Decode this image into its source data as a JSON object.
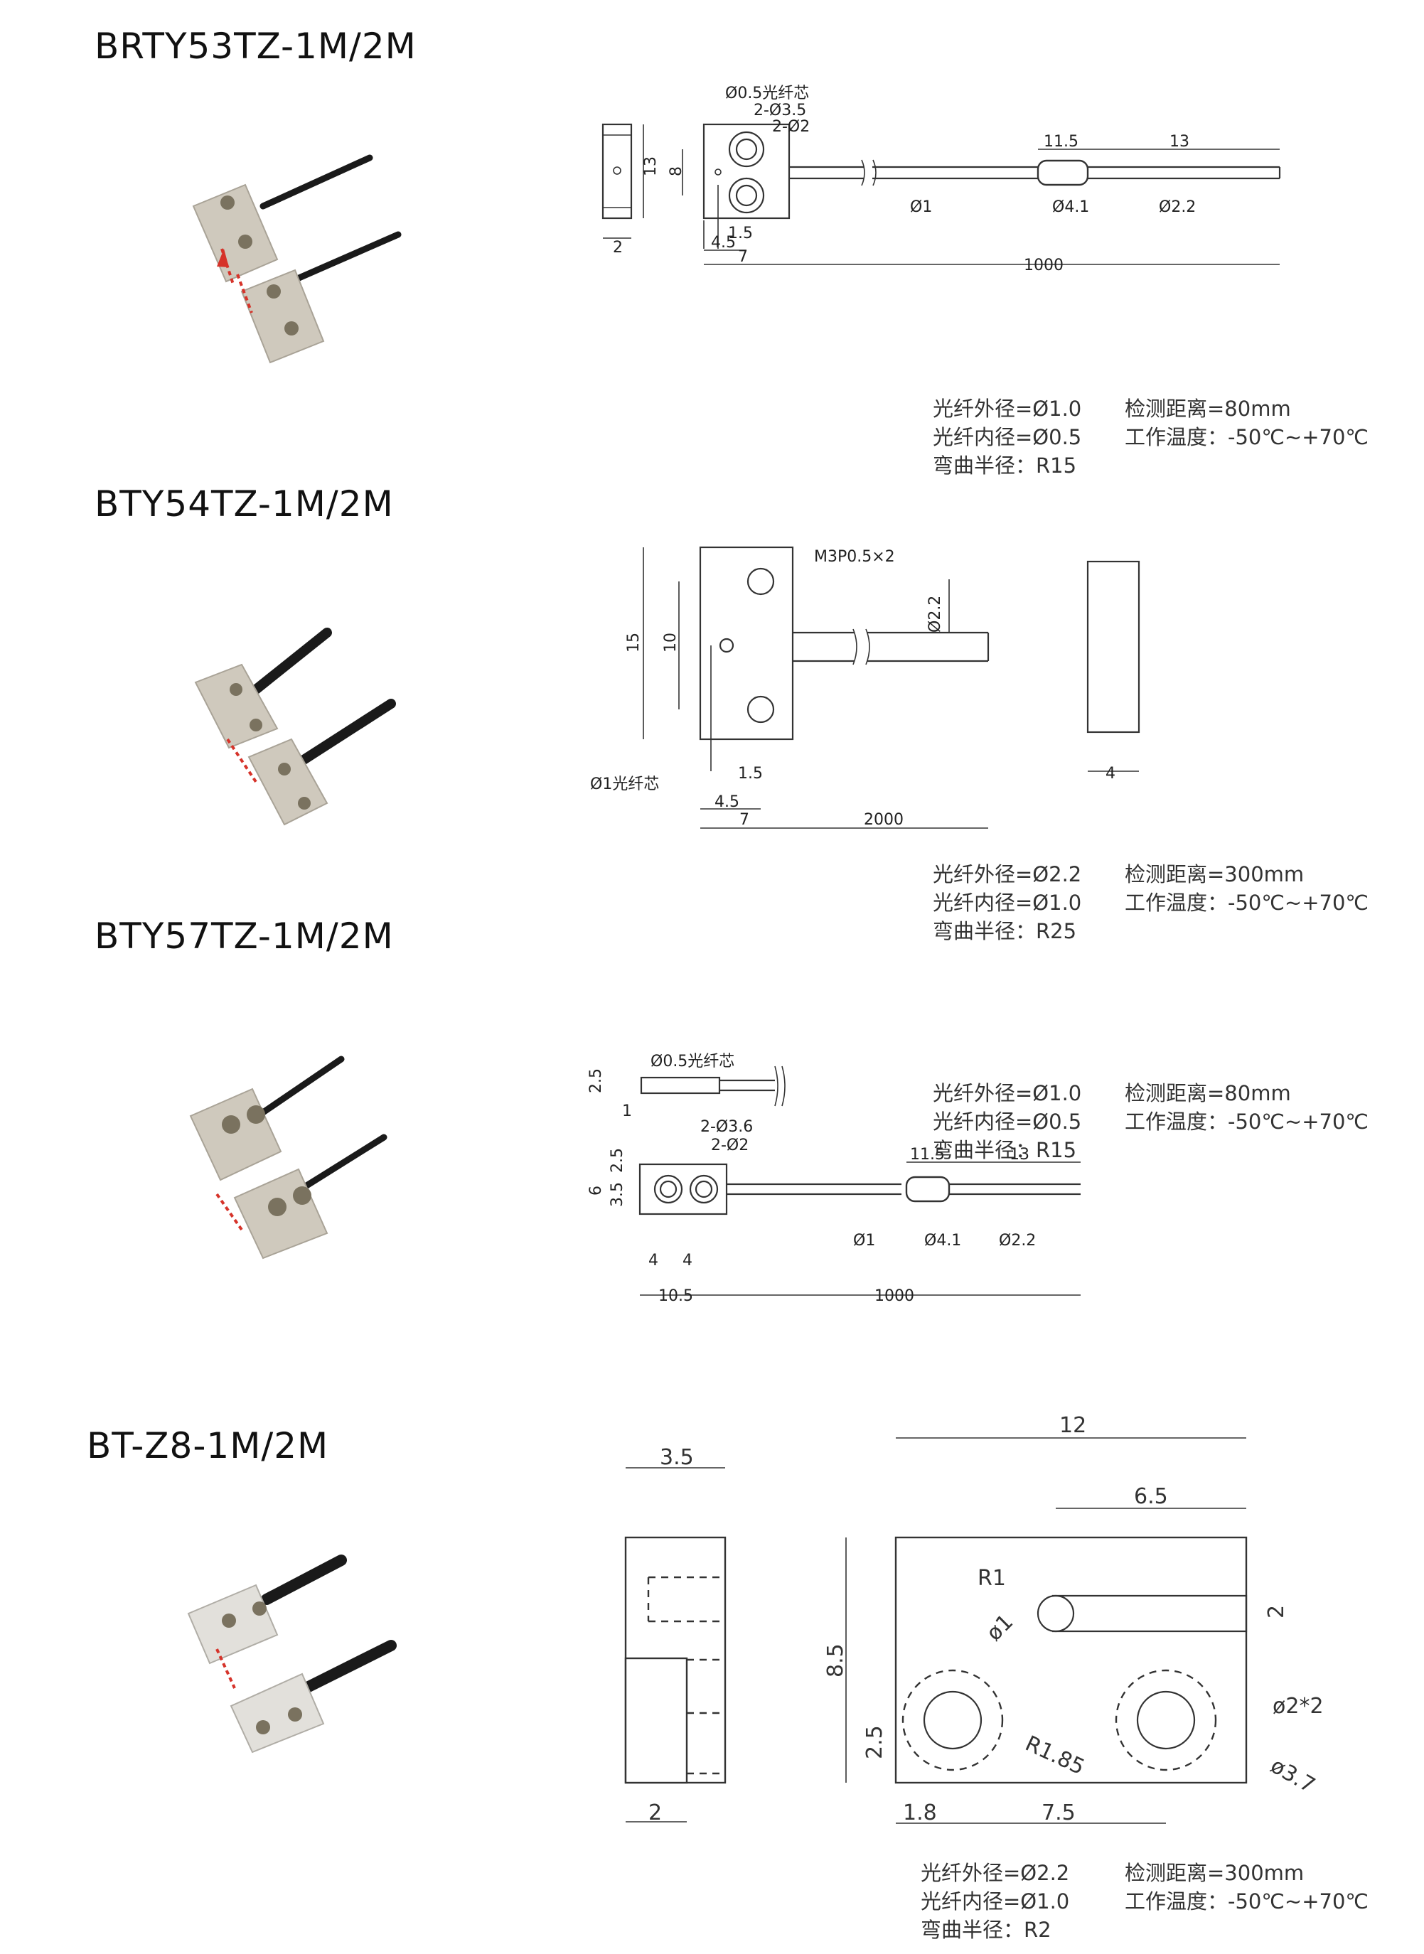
{
  "sections": [
    {
      "title": "BRTY53TZ-1M/2M",
      "labels": {
        "core": "Ø0.5光纤芯",
        "holes": "2-Ø3.5",
        "hole2": "2-Ø2",
        "h13": "13",
        "h8": "8",
        "w2": "2",
        "d15": "1.5",
        "d45": "4.5",
        "d7": "7",
        "len": "1000",
        "l115": "11.5",
        "l13": "13",
        "p1": "Ø1",
        "p41": "Ø4.1",
        "p22": "Ø2.2"
      },
      "specs": {
        "outer": "光纤外径=Ø1.0",
        "inner": "光纤内径=Ø0.5",
        "bend": "弯曲半径：R15",
        "distance": "检测距离=80mm",
        "temp": "工作温度：-50℃~+70℃"
      }
    },
    {
      "title": "BTY54TZ-1M/2M",
      "labels": {
        "thread": "M3P0.5×2",
        "p22": "Ø2.2",
        "h15": "15",
        "h10": "10",
        "core": "Ø1光纤芯",
        "d15": "1.5",
        "d45": "4.5",
        "d7": "7",
        "len": "2000",
        "w4": "4"
      },
      "specs": {
        "outer": "光纤外径=Ø2.2",
        "inner": "光纤内径=Ø1.0",
        "bend": "弯曲半径：R25",
        "distance": "检测距离=300mm",
        "temp": "工作温度：-50℃~+70℃"
      }
    },
    {
      "title": "BTY57TZ-1M/2M",
      "labels": {
        "core": "Ø0.5光纤芯",
        "t25": "2.5",
        "t1": "1",
        "holes": "2-Ø3.6",
        "hole2": "2-Ø2",
        "h25": "2.5",
        "h6": "6",
        "h35": "3.5",
        "d4a": "4",
        "d4b": "4",
        "d105": "10.5",
        "len": "1000",
        "l115": "11.5",
        "l13": "13",
        "p1": "Ø1",
        "p41": "Ø4.1",
        "p22": "Ø2.2"
      },
      "specs": {
        "outer": "光纤外径=Ø1.0",
        "inner": "光纤内径=Ø0.5",
        "bend": "弯曲半径：R15",
        "distance": "检测距离=80mm",
        "temp": "工作温度：-50℃~+70℃"
      }
    },
    {
      "title": "BT-Z8-1M/2M",
      "labels": {
        "w35": "3.5",
        "w2": "2",
        "w12": "12",
        "w65": "6.5",
        "r1": "R1",
        "d1": "ø1",
        "h2": "2",
        "h85": "8.5",
        "h25": "2.5",
        "hole": "ø2*2",
        "r185": "R1.85",
        "d37": "ø3.7",
        "d18": "1.8",
        "d75": "7.5"
      },
      "specs": {
        "outer": "光纤外径=Ø2.2",
        "inner": "光纤内径=Ø1.0",
        "bend": "弯曲半径：R2",
        "distance": "检测距离=300mm",
        "temp": "工作温度：-50℃~+70℃"
      }
    }
  ],
  "colors": {
    "line": "#333333",
    "metal": "#c9c3b8",
    "cable": "#1a1a1a",
    "arrow": "#d6332a"
  }
}
